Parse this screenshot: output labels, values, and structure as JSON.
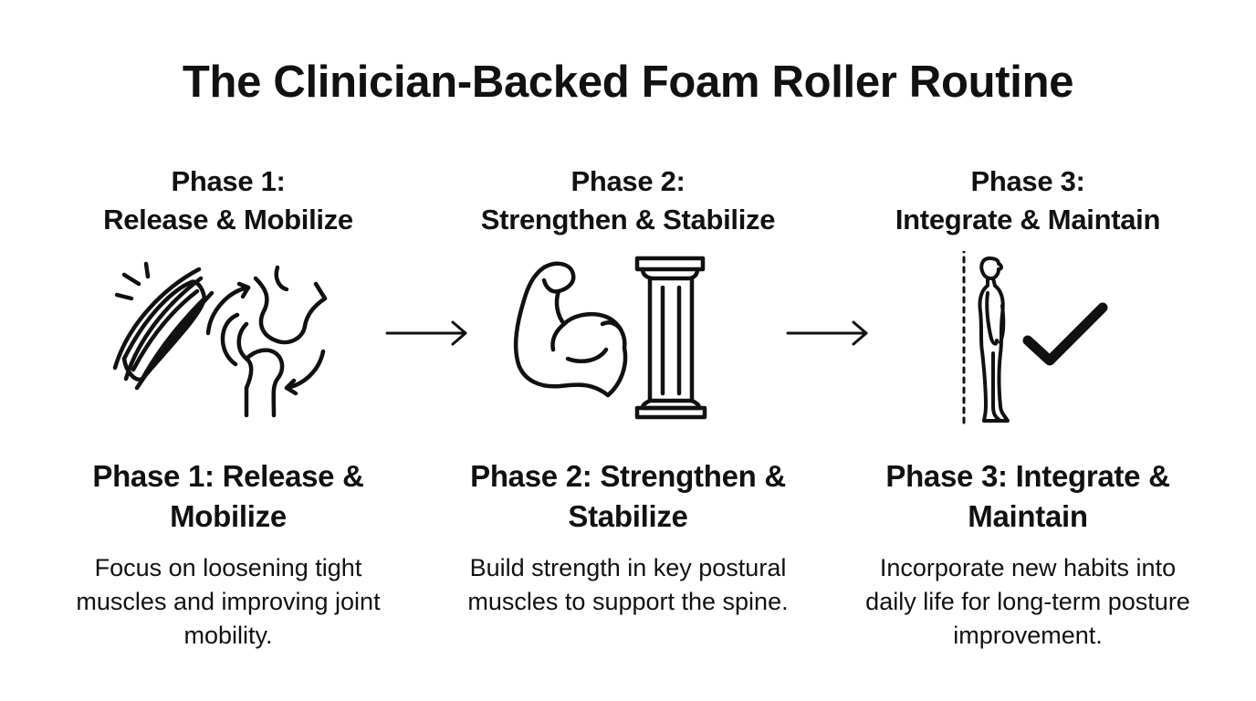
{
  "title": "The Clinician-Backed Foam Roller Routine",
  "phases": [
    {
      "top_line1": "Phase 1:",
      "top_line2": "Release & Mobilize",
      "heading": "Phase 1: Release & Mobilize",
      "description": "Focus on loosening tight muscles and improving joint mobility.",
      "icons": [
        "muscle-fiber-icon",
        "joint-rotation-icon"
      ]
    },
    {
      "top_line1": "Phase 2:",
      "top_line2": "Strengthen & Stabilize",
      "heading": "Phase 2: Strengthen & Stabilize",
      "description": "Build strength in key postural muscles to support the spine.",
      "icons": [
        "flexed-arm-icon",
        "column-icon"
      ]
    },
    {
      "top_line1": "Phase 3:",
      "top_line2": "Integrate & Maintain",
      "heading": "Phase 3: Integrate & Maintain",
      "description": "Incorporate new habits into daily life for long-term posture improvement.",
      "icons": [
        "standing-person-icon",
        "checkmark-icon"
      ]
    }
  ],
  "arrows": [
    "right-arrow-icon",
    "right-arrow-icon"
  ],
  "colors": {
    "background": "#ffffff",
    "ink": "#111111"
  }
}
